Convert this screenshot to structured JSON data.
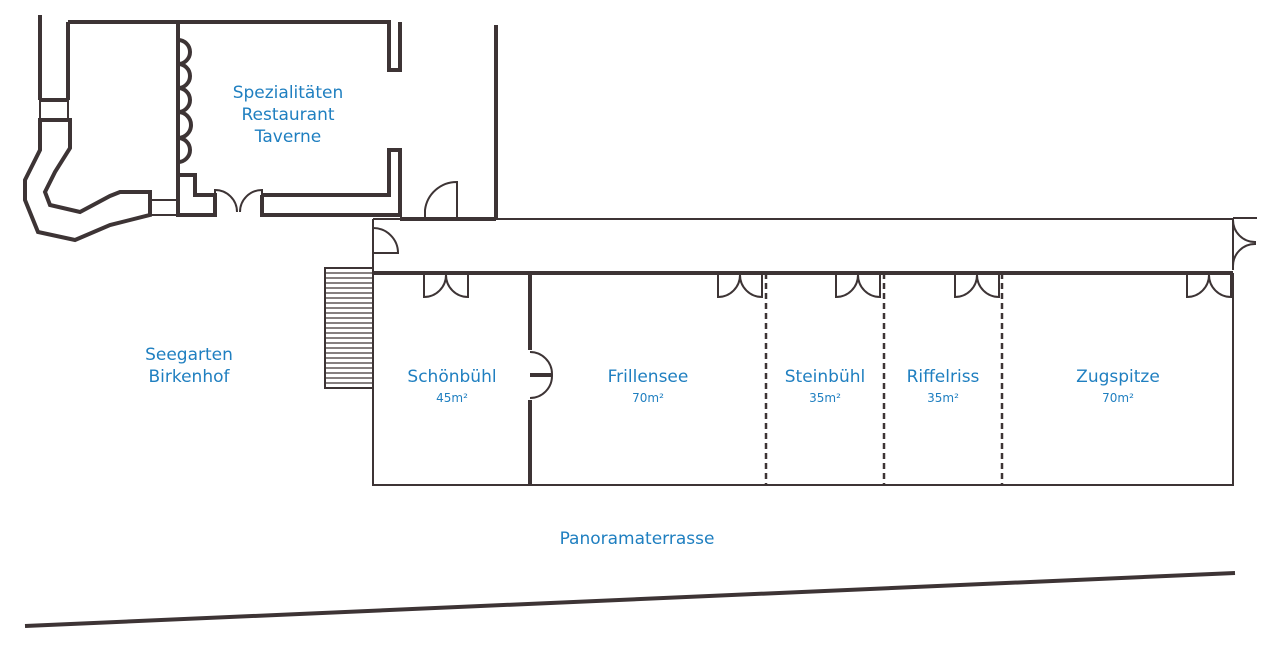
{
  "rooms": [
    {
      "name": "Schönbühl",
      "area": "45m²"
    },
    {
      "name": "Frillensee",
      "area": "70m²"
    },
    {
      "name": "Steinbühl",
      "area": "35m²"
    },
    {
      "name": "Riffelriss",
      "area": "35m²"
    },
    {
      "name": "Zugspitze",
      "area": "70m²"
    }
  ],
  "restaurant": {
    "line1": "Spezialitäten",
    "line2": "Restaurant",
    "line3": "Taverne"
  },
  "seegarten": {
    "line1": "Seegarten",
    "line2": "Birkenhof"
  },
  "terrace": "Panoramaterrasse",
  "colors": {
    "label": "#1f7fc0",
    "wall": "#3d3435"
  }
}
